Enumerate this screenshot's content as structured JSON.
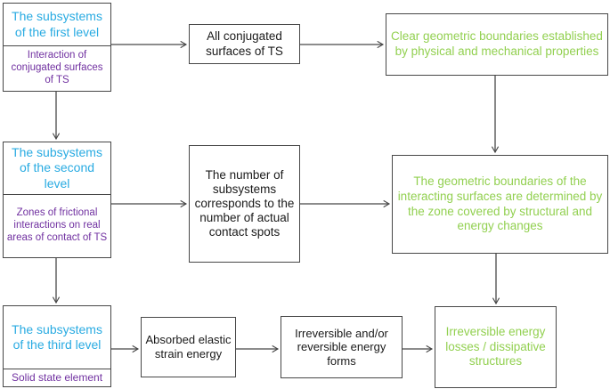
{
  "diagram": {
    "colors": {
      "level_title": "#29ABE2",
      "level_subtitle": "#7030A0",
      "outcome": "#92D050",
      "process": "#1a1a1a",
      "border": "#474747",
      "arrow": "#474747"
    },
    "nodes": {
      "level1_title": "The subsystems of the first level",
      "level1_sub": "Interaction of conjugated surfaces of TS",
      "conjugated_surfaces": "All conjugated surfaces of TS",
      "clear_boundaries": "Clear geometric boundaries established by physical and mechanical properties",
      "level2_title": "The subsystems of the second level",
      "level2_sub": "Zones of frictional interactions on real areas of contact of TS",
      "number_subsystems": "The number of subsystems corresponds to the number of actual contact spots",
      "geometric_boundaries": "The geometric boundaries of the interacting surfaces are determined by the zone covered by structural and energy changes",
      "level3_title": "The subsystems of the third level",
      "level3_sub": "Solid state element",
      "absorbed_energy": "Absorbed elastic strain energy",
      "energy_forms": "Irreversible and/or reversible energy forms",
      "energy_losses": "Irreversible energy losses / dissipative structures"
    }
  }
}
